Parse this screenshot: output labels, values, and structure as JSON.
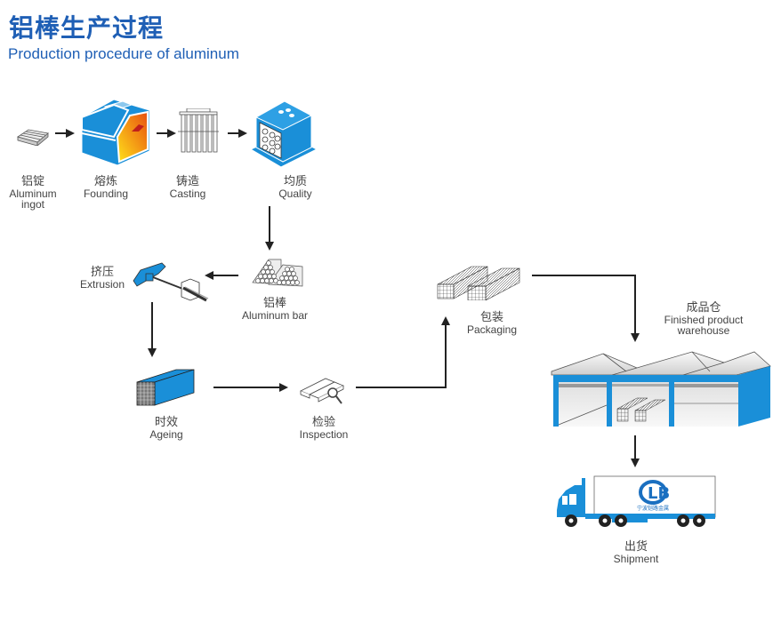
{
  "header": {
    "title": "铝棒生产过程",
    "subtitle": "Production procedure of aluminum"
  },
  "colors": {
    "brand_blue": "#1f5fb5",
    "icon_blue": "#1a8fd8",
    "arrow": "#222222",
    "label_text": "#444444"
  },
  "steps": [
    {
      "id": "ingot",
      "zh": "铝锭",
      "en": "Aluminum ingot",
      "en_lines": [
        "Aluminum",
        "ingot"
      ],
      "icon": "ingot-stack-icon"
    },
    {
      "id": "founding",
      "zh": "熔炼",
      "en": "Founding",
      "icon": "furnace-icon"
    },
    {
      "id": "casting",
      "zh": "铸造",
      "en": "Casting",
      "icon": "casting-mold-icon"
    },
    {
      "id": "quality",
      "zh": "均质",
      "en": "Quality",
      "icon": "homogenizing-furnace-icon"
    },
    {
      "id": "bar",
      "zh": "铝棒",
      "en": "Aluminum bar",
      "icon": "bar-pile-icon"
    },
    {
      "id": "extrusion",
      "zh": "挤压",
      "en": "Extrusion",
      "icon": "extrusion-press-icon"
    },
    {
      "id": "ageing",
      "zh": "时效",
      "en": "Ageing",
      "icon": "ageing-oven-icon"
    },
    {
      "id": "inspection",
      "zh": "检验",
      "en": "Inspection",
      "icon": "magnifier-profile-icon"
    },
    {
      "id": "packaging",
      "zh": "包装",
      "en": "Packaging",
      "icon": "package-bundle-icon"
    },
    {
      "id": "warehouse",
      "zh": "成品仓",
      "en": "Finished product warehouse",
      "en_lines": [
        "Finished product",
        "warehouse"
      ],
      "icon": "warehouse-icon"
    },
    {
      "id": "shipment",
      "zh": "出货",
      "en": "Shipment",
      "icon": "truck-icon"
    }
  ],
  "truck_logo": {
    "letters": "LB",
    "company": "宁波铠路金属"
  }
}
